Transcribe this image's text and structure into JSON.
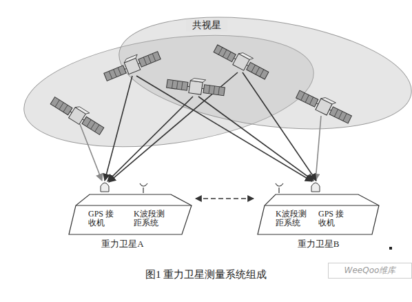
{
  "diagram": {
    "caption": "图1 重力卫星测量系统组成",
    "nodes": [
      {
        "text": [
          "GPS 接收机",
          "K波段测 距系统",
          "重力卫星A"
        ]
      },
      {
        "text": [
          "K波段测 距系统",
          "GPS 接收机",
          "重力卫星B"
        ]
      }
    ],
    "edges": [
      {
        "from": 0,
        "to": 1,
        "arrow": "both"
      }
    ],
    "labels": [
      "共视星",
      "WeeQoo维库"
    ]
  }
}
